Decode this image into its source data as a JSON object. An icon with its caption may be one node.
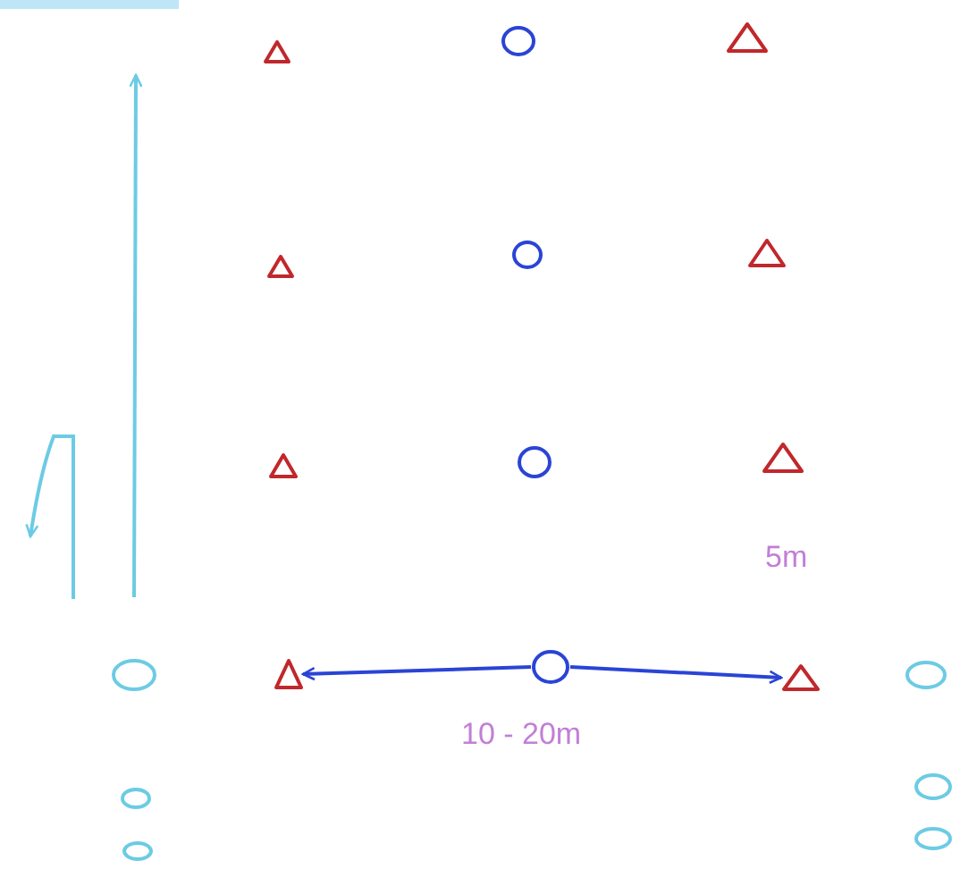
{
  "diagram": {
    "nodes": [
      {
        "text": [],
        "shape": "triangle"
      },
      {
        "text": [],
        "shape": "circle"
      },
      {
        "text": [],
        "shape": "triangle"
      },
      {
        "text": [],
        "shape": "triangle"
      },
      {
        "text": [],
        "shape": "circle"
      },
      {
        "text": [],
        "shape": "triangle"
      },
      {
        "text": [],
        "shape": "triangle"
      },
      {
        "text": [],
        "shape": "circle"
      },
      {
        "text": [],
        "shape": "triangle"
      },
      {
        "text": [],
        "shape": "circle"
      },
      {
        "text": [],
        "shape": "triangle"
      },
      {
        "text": [],
        "shape": "circle"
      },
      {
        "text": [],
        "shape": "triangle"
      },
      {
        "text": [],
        "shape": "circle"
      },
      {
        "text": [],
        "shape": "circle"
      },
      {
        "text": [],
        "shape": "circle"
      },
      {
        "text": [],
        "shape": "circle"
      },
      {
        "text": [],
        "shape": "circle"
      }
    ],
    "edges": [
      {
        "from": 11,
        "to": 10,
        "arrow": "to"
      },
      {
        "from": 11,
        "to": 12,
        "arrow": "to"
      }
    ],
    "labels": [
      "5m",
      "10 - 20m"
    ]
  }
}
